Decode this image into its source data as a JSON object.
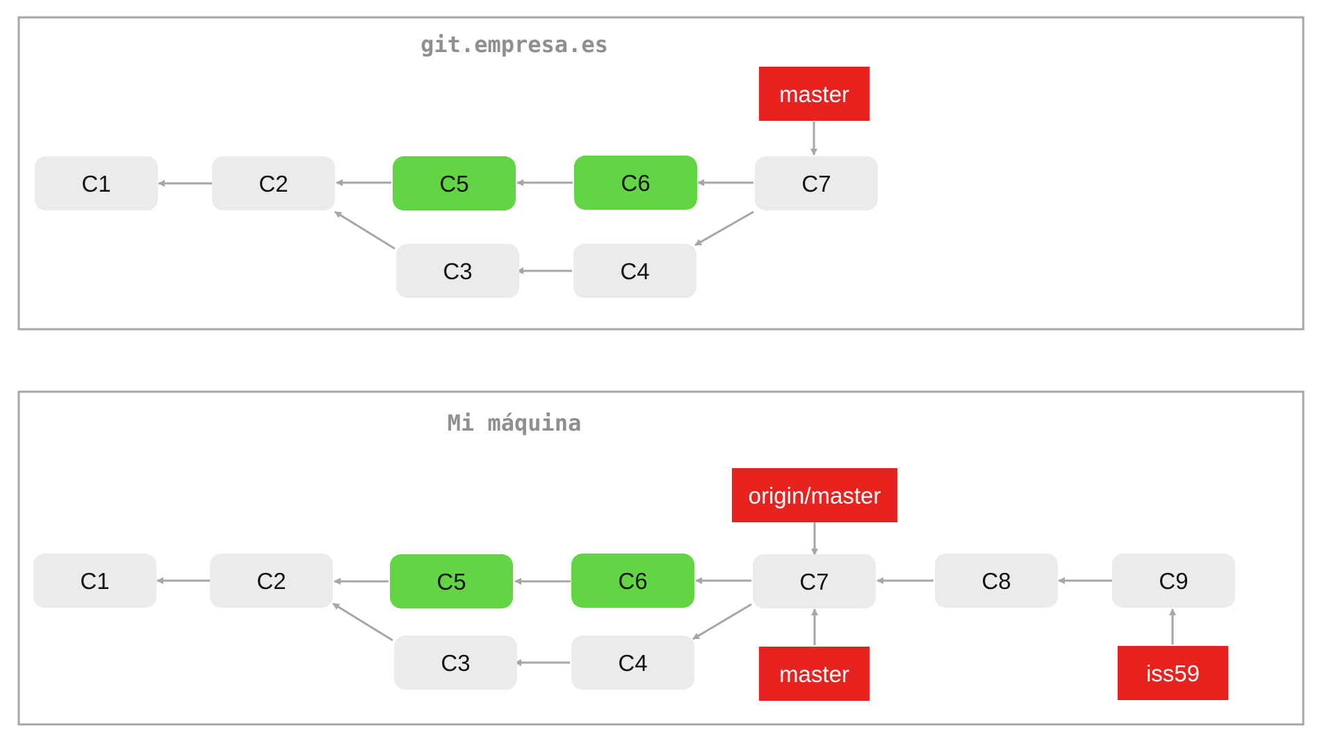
{
  "colors": {
    "commit_fill": "#ebebeb",
    "highlight_fill": "#62d544",
    "ref_fill": "#e8231f",
    "arrow": "#a6a6a6",
    "panel_border": "#a6a6a6",
    "title": "#8f8f8f"
  },
  "panels": [
    {
      "id": "server",
      "title": "git.empresa.es",
      "commits": [
        {
          "id": "c1",
          "label": "C1",
          "highlight": false
        },
        {
          "id": "c2",
          "label": "C2",
          "highlight": false
        },
        {
          "id": "c5",
          "label": "C5",
          "highlight": true
        },
        {
          "id": "c6",
          "label": "C6",
          "highlight": true
        },
        {
          "id": "c7",
          "label": "C7",
          "highlight": false
        },
        {
          "id": "c3",
          "label": "C3",
          "highlight": false
        },
        {
          "id": "c4",
          "label": "C4",
          "highlight": false
        }
      ],
      "parent_links": [
        [
          "c2",
          "c1"
        ],
        [
          "c5",
          "c2"
        ],
        [
          "c6",
          "c5"
        ],
        [
          "c7",
          "c6"
        ],
        [
          "c7",
          "c4"
        ],
        [
          "c4",
          "c3"
        ],
        [
          "c3",
          "c2"
        ]
      ],
      "refs": [
        {
          "id": "master",
          "label": "master",
          "points_to": "c7"
        }
      ]
    },
    {
      "id": "local",
      "title": "Mi máquina",
      "commits": [
        {
          "id": "c1",
          "label": "C1",
          "highlight": false
        },
        {
          "id": "c2",
          "label": "C2",
          "highlight": false
        },
        {
          "id": "c5",
          "label": "C5",
          "highlight": true
        },
        {
          "id": "c6",
          "label": "C6",
          "highlight": true
        },
        {
          "id": "c7",
          "label": "C7",
          "highlight": false
        },
        {
          "id": "c8",
          "label": "C8",
          "highlight": false
        },
        {
          "id": "c9",
          "label": "C9",
          "highlight": false
        },
        {
          "id": "c3",
          "label": "C3",
          "highlight": false
        },
        {
          "id": "c4",
          "label": "C4",
          "highlight": false
        }
      ],
      "parent_links": [
        [
          "c2",
          "c1"
        ],
        [
          "c5",
          "c2"
        ],
        [
          "c6",
          "c5"
        ],
        [
          "c7",
          "c6"
        ],
        [
          "c8",
          "c7"
        ],
        [
          "c9",
          "c8"
        ],
        [
          "c7",
          "c4"
        ],
        [
          "c4",
          "c3"
        ],
        [
          "c3",
          "c2"
        ]
      ],
      "refs": [
        {
          "id": "origin-master",
          "label": "origin/master",
          "points_to": "c7"
        },
        {
          "id": "master",
          "label": "master",
          "points_to": "c7"
        },
        {
          "id": "iss59",
          "label": "iss59",
          "points_to": "c9"
        }
      ]
    }
  ]
}
